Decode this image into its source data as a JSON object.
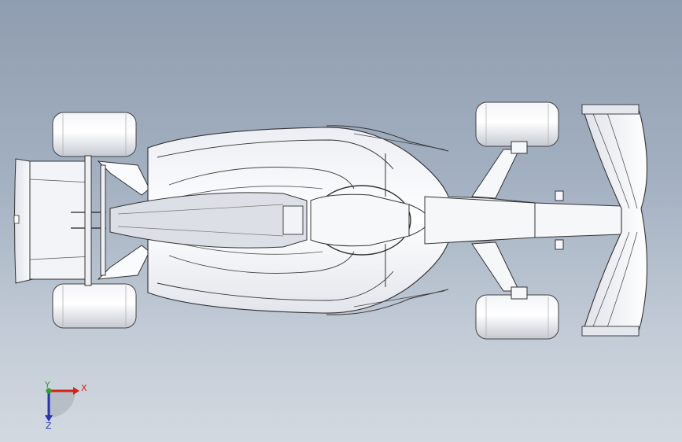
{
  "viewport": {
    "model": "f1-car-top-view",
    "view_orientation": "top"
  },
  "triad": {
    "x_label": "X",
    "y_label": "Y",
    "z_label": "Z",
    "x_color": "#d0241b",
    "y_color": "#2ea12a",
    "z_color": "#2534b8"
  }
}
